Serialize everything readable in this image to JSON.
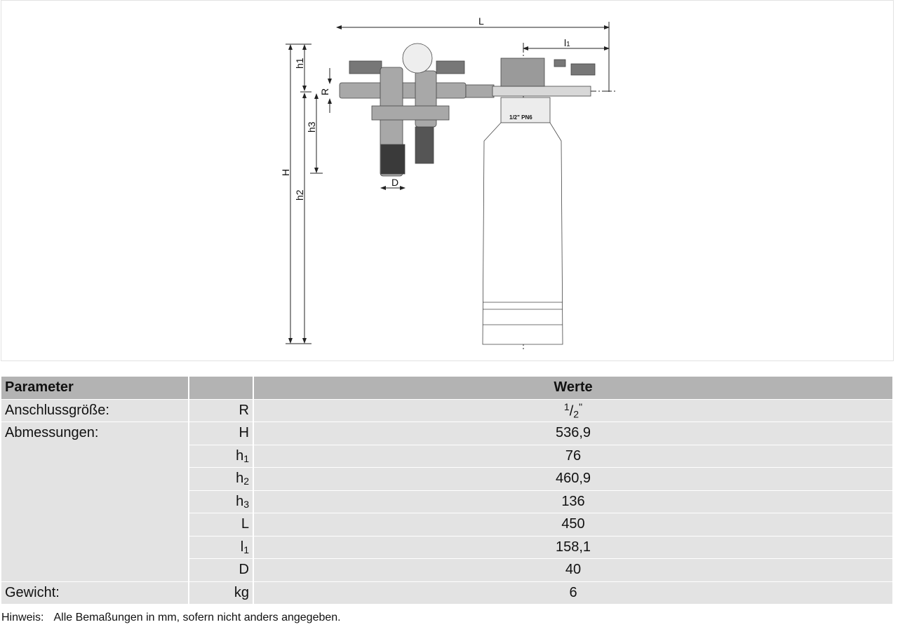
{
  "diagram": {
    "labels": {
      "L": "L",
      "l1": "l",
      "l1_sub": "1",
      "h1": "h1",
      "R": "R",
      "h3": "h3",
      "H": "H",
      "h2": "h2",
      "D": "D",
      "marking": "1/2\" PN6"
    }
  },
  "table": {
    "headers": {
      "parameter": "Parameter",
      "symbol": "",
      "values": "Werte"
    },
    "rows": [
      {
        "param": "Anschlussgröße:",
        "sym": "R",
        "sym_sub": "",
        "value_num": "1",
        "value_den": "2",
        "value_unit": "\""
      },
      {
        "param": "Abmessungen:",
        "sym": "H",
        "sym_sub": "",
        "value": "536,9"
      },
      {
        "sym": "h",
        "sym_sub": "1",
        "value": "76"
      },
      {
        "sym": "h",
        "sym_sub": "2",
        "value": "460,9"
      },
      {
        "sym": "h",
        "sym_sub": "3",
        "value": "136"
      },
      {
        "sym": "L",
        "sym_sub": "",
        "value": "450"
      },
      {
        "sym": "l",
        "sym_sub": "1",
        "value": "158,1"
      },
      {
        "sym": "D",
        "sym_sub": "",
        "value": "40"
      },
      {
        "param": "Gewicht:",
        "sym": "kg",
        "sym_sub": "",
        "value": "6"
      }
    ]
  },
  "note": {
    "label": "Hinweis:",
    "text": "Alle Bemaßungen in mm, sofern nicht anders angegeben."
  }
}
